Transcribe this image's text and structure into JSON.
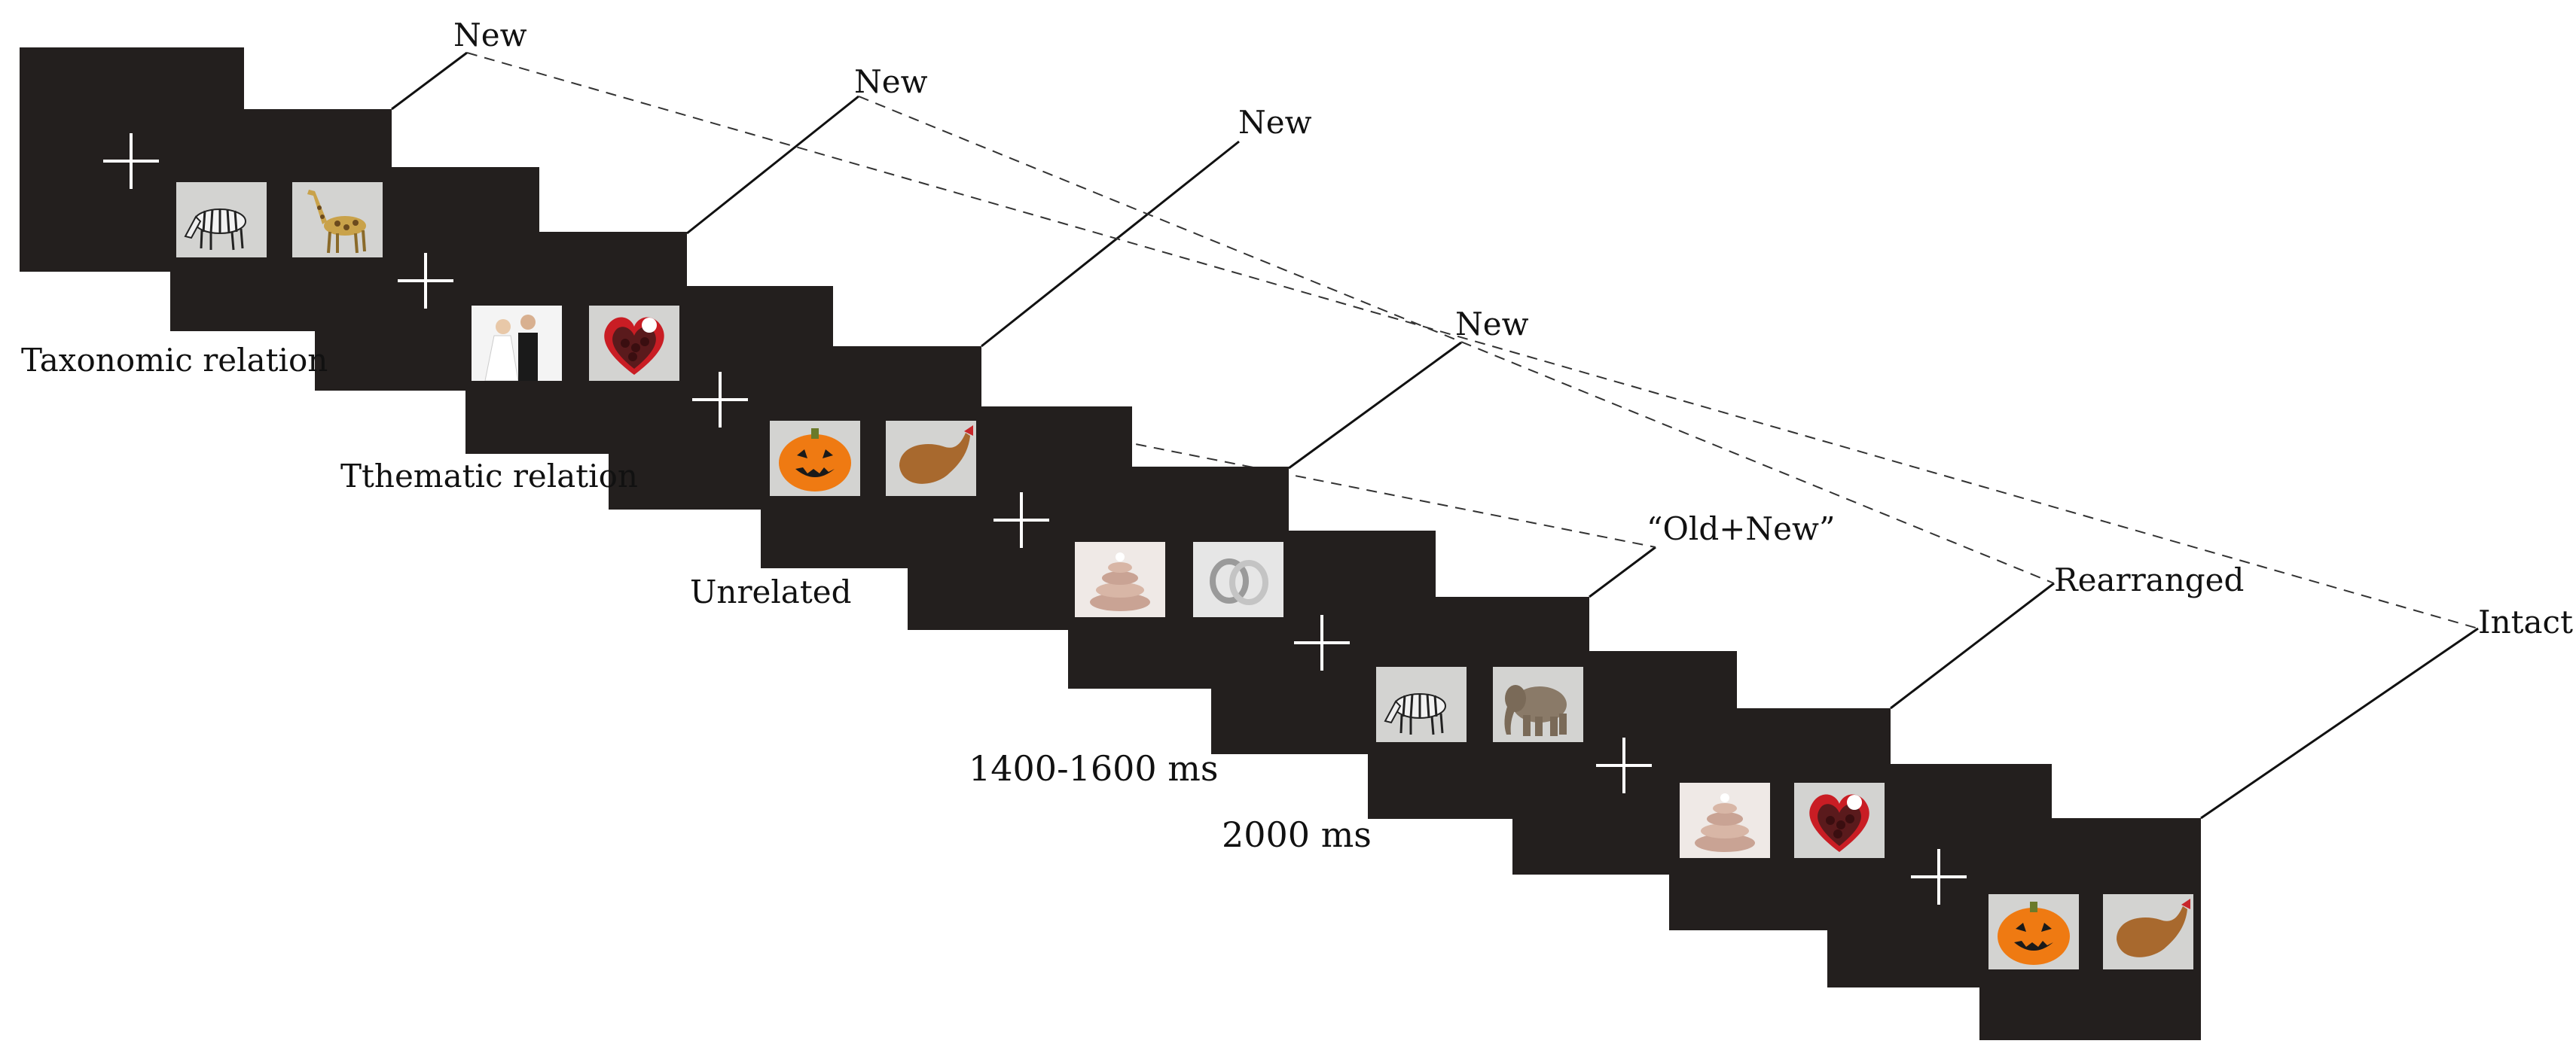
{
  "labels": {
    "new_1": "New",
    "new_2": "New",
    "new_3": "New",
    "new_4": "New",
    "old_new": "“Old+New”",
    "rearranged": "Rearranged",
    "intact": "Intact",
    "taxonomic": "Taxonomic relation",
    "thematic": "Tthematic relation",
    "unrelated": "Unrelated",
    "fixation_duration": "1400-1600 ms",
    "stimulus_duration": "2000 ms"
  },
  "colors": {
    "screen": "#231f1e",
    "picture_bg": "#d3d3d1",
    "line": "#111111"
  },
  "pictures": {
    "p1": "zebra",
    "p2": "giraffe",
    "p3": "wedding-couple",
    "p4": "chocolate-box",
    "p5": "pumpkin",
    "p6": "roast-chicken",
    "p7": "wedding-cake",
    "p8": "wedding-rings",
    "p9": "zebra",
    "p10": "elephant",
    "p11": "wedding-cake",
    "p12": "chocolate-box",
    "p13": "pumpkin",
    "p14": "roast-chicken"
  }
}
